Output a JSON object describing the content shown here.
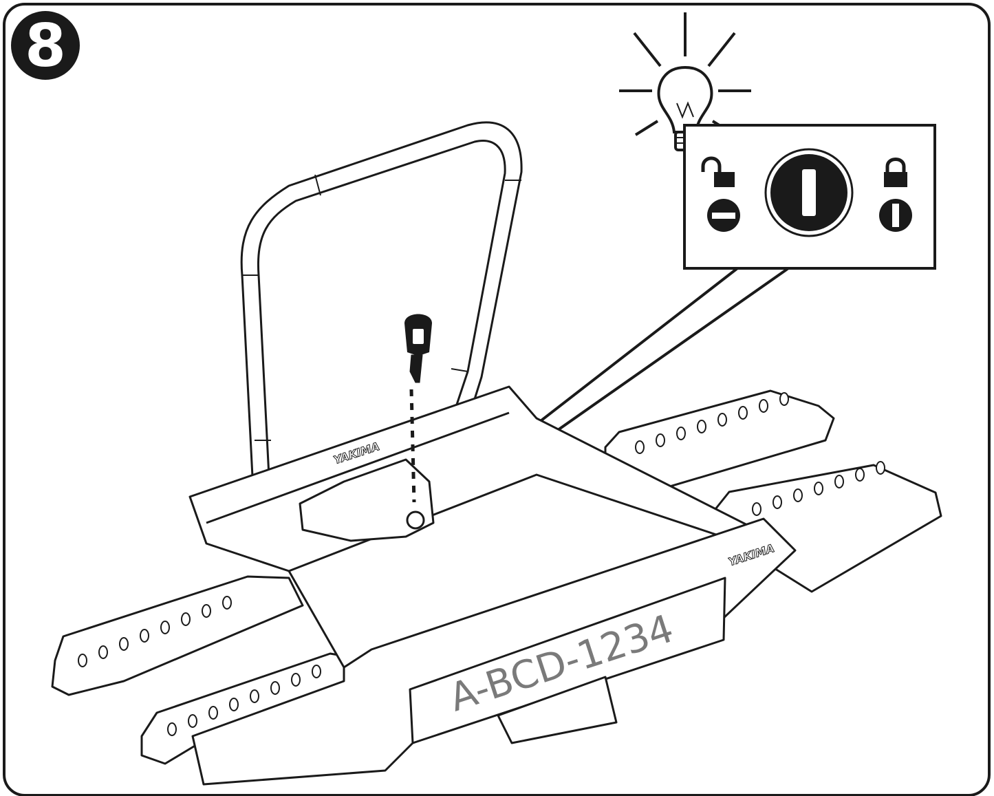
{
  "step": {
    "number": "8"
  },
  "brand": {
    "logo_text_left": "YAKIMA",
    "logo_text_right": "YAKIMA"
  },
  "license_plate": {
    "text": "A-BCD-1234"
  },
  "lock_callout": {
    "left_state": "unlocked",
    "center": "key-vertical",
    "right_state": "locked"
  },
  "colors": {
    "line": "#1a1a1a",
    "background": "#ffffff",
    "plate_text": "#7a7a7a"
  }
}
